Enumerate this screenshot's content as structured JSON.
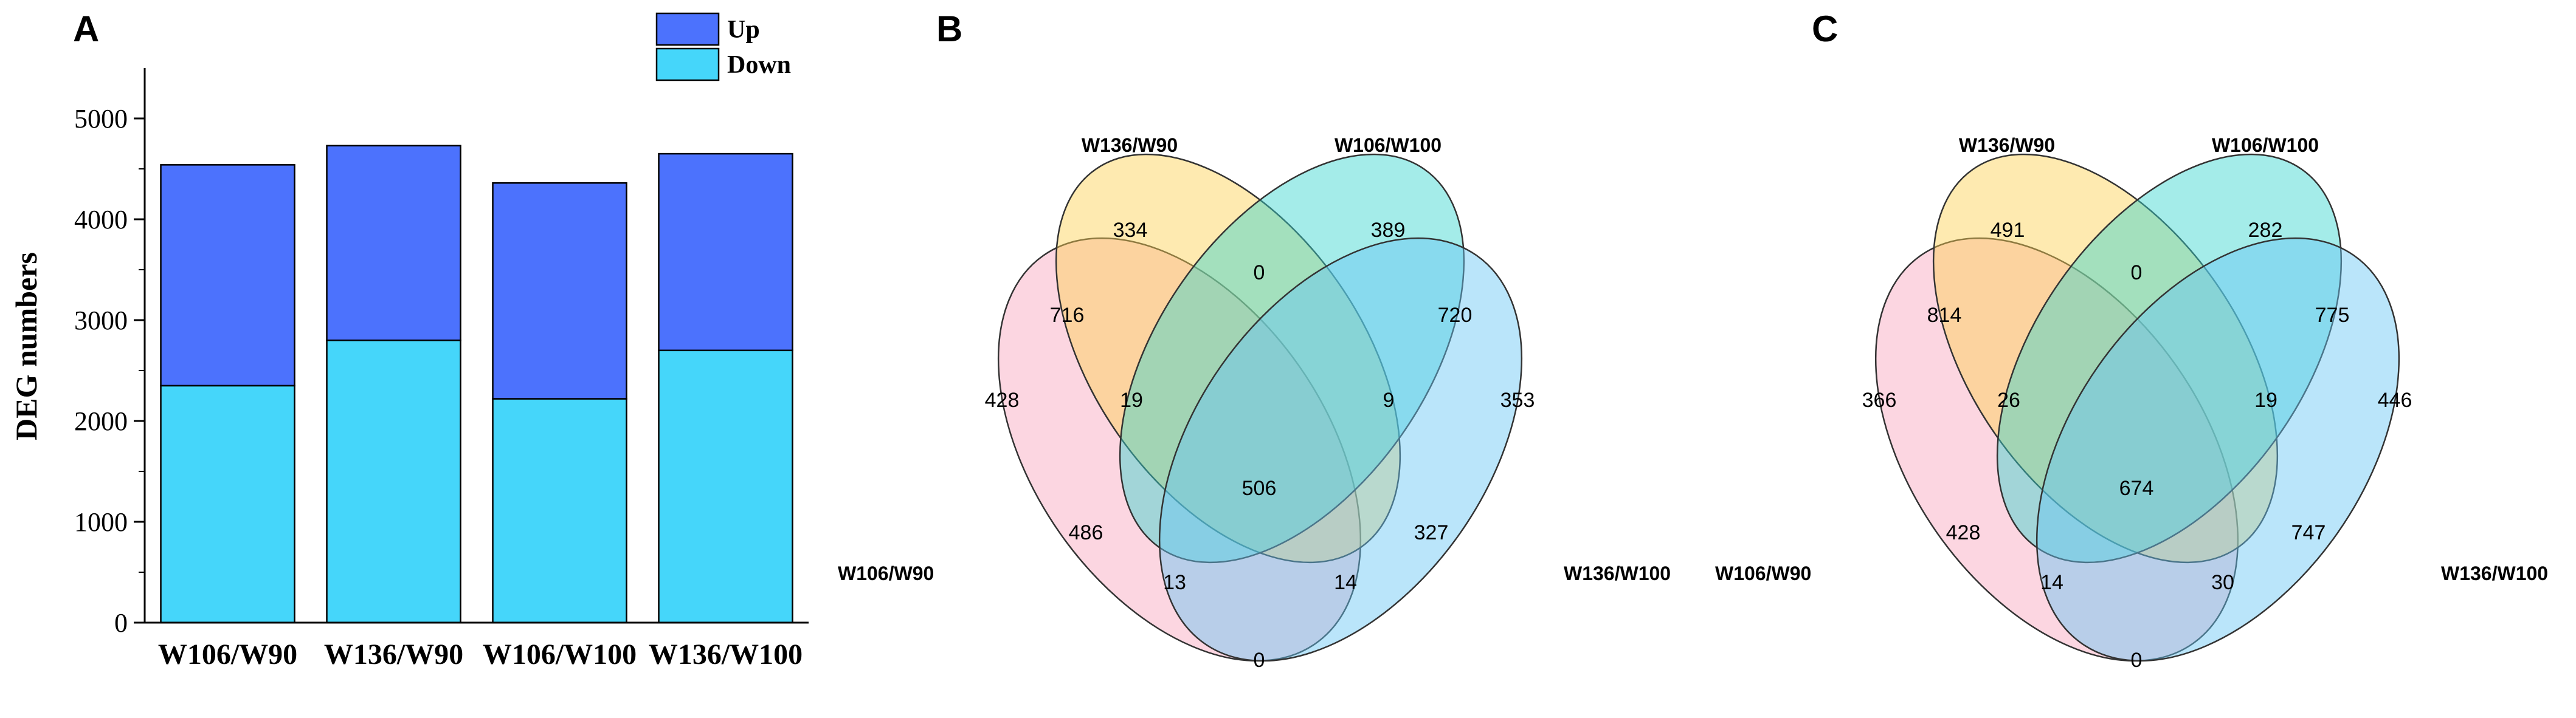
{
  "panels": {
    "a": "A",
    "b": "B",
    "c": "C"
  },
  "chart_data": [
    {
      "type": "bar",
      "stacked": true,
      "categories": [
        "W106/W90",
        "W136/W90",
        "W106/W100",
        "W136/W100"
      ],
      "series": [
        {
          "name": "Down",
          "values": [
            2350,
            2800,
            2220,
            2700
          ],
          "color": "#45d6fa"
        },
        {
          "name": "Up",
          "values": [
            2190,
            1930,
            2140,
            1950
          ],
          "color": "#4c72fd"
        }
      ],
      "ylabel": "DEG numbers",
      "ylim": [
        0,
        5500
      ],
      "yticks": [
        0,
        1000,
        2000,
        3000,
        4000,
        5000
      ],
      "legend": [
        "Up",
        "Down"
      ],
      "legend_position": "top-right",
      "grid": false
    },
    {
      "type": "venn",
      "sets": [
        "W106/W90",
        "W136/W90",
        "W106/W100",
        "W136/W100"
      ],
      "regions": {
        "only_W106_W90": 428,
        "only_W136_W90": 334,
        "only_W106_W100": 389,
        "only_W136_W100": 353,
        "W136_W90_and_W106_W100": 0,
        "W106_W90_and_W136_W90": 716,
        "W106_W100_and_W136_W100": 720,
        "W106_W90_and_W136_W90_and_W106_W100": 19,
        "W136_W90_and_W106_W100_and_W136_W100": 9,
        "all_four": 506,
        "W106_W90_and_W106_W100": 486,
        "W136_W90_and_W136_W100": 327,
        "W106_W90_and_W106_W100_and_W136_W100": 13,
        "W106_W90_and_W136_W90_and_W136_W100": 14,
        "W106_W90_and_W136_W100": 0
      }
    },
    {
      "type": "venn",
      "sets": [
        "W106/W90",
        "W136/W90",
        "W106/W100",
        "W136/W100"
      ],
      "regions": {
        "only_W106_W90": 366,
        "only_W136_W90": 491,
        "only_W106_W100": 282,
        "only_W136_W100": 446,
        "W136_W90_and_W106_W100": 0,
        "W106_W90_and_W136_W90": 814,
        "W106_W100_and_W136_W100": 775,
        "W106_W90_and_W136_W90_and_W106_W100": 26,
        "W136_W90_and_W106_W100_and_W136_W100": 19,
        "all_four": 674,
        "W106_W90_and_W106_W100": 428,
        "W136_W90_and_W136_W100": 747,
        "W106_W90_and_W106_W100_and_W136_W100": 14,
        "W106_W90_and_W136_W90_and_W136_W100": 30,
        "W106_W90_and_W136_W100": 0
      }
    }
  ],
  "colors": {
    "set_W106_W90": "#f8a5bc",
    "set_W136_W90": "#fcd14f",
    "set_W106_W100": "#35d5cf",
    "set_W136_W100": "#67c5f3",
    "outline": "#333333"
  }
}
